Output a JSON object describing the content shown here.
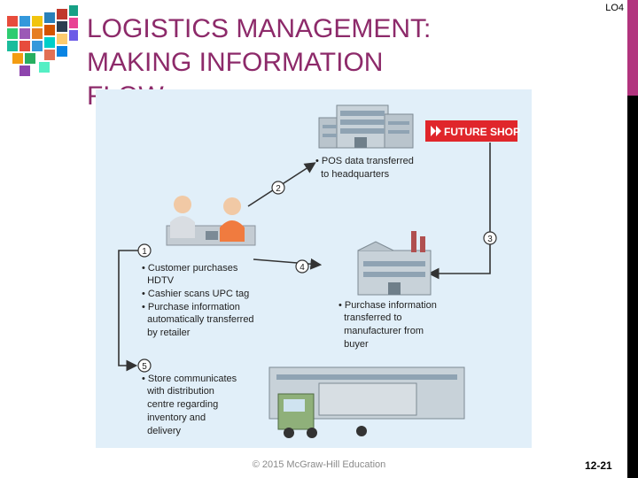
{
  "header": {
    "title": "LOGISTICS MANAGEMENT:\nMAKING INFORMATION\nFLOW",
    "lo_tag": "LO4"
  },
  "diagram": {
    "brand_label": "FUTURE SHOP",
    "steps": [
      {
        "num": "1",
        "lines": [
          "• Customer purchases",
          "  HDTV",
          "• Cashier scans UPC tag",
          "• Purchase information",
          "  automatically transferred",
          "  by retailer"
        ]
      },
      {
        "num": "2",
        "lines": [
          "• POS data transferred",
          "  to headquarters"
        ]
      },
      {
        "num": "3",
        "lines": []
      },
      {
        "num": "4",
        "lines": [
          "• Purchase information",
          "  transferred to",
          "  manufacturer from",
          "  buyer"
        ]
      },
      {
        "num": "5",
        "lines": [
          "• Store communicates",
          "  with distribution",
          "  centre regarding",
          "  inventory and",
          "  delivery"
        ]
      }
    ]
  },
  "footer": {
    "copyright": "© 2015 McGraw-Hill Education",
    "page_number": "12-21"
  },
  "colors": {
    "title": "#8d2a6a",
    "accent_bar": "#b2347e",
    "figure_bg": "#e1eff9",
    "brand_red": "#e0262b"
  }
}
